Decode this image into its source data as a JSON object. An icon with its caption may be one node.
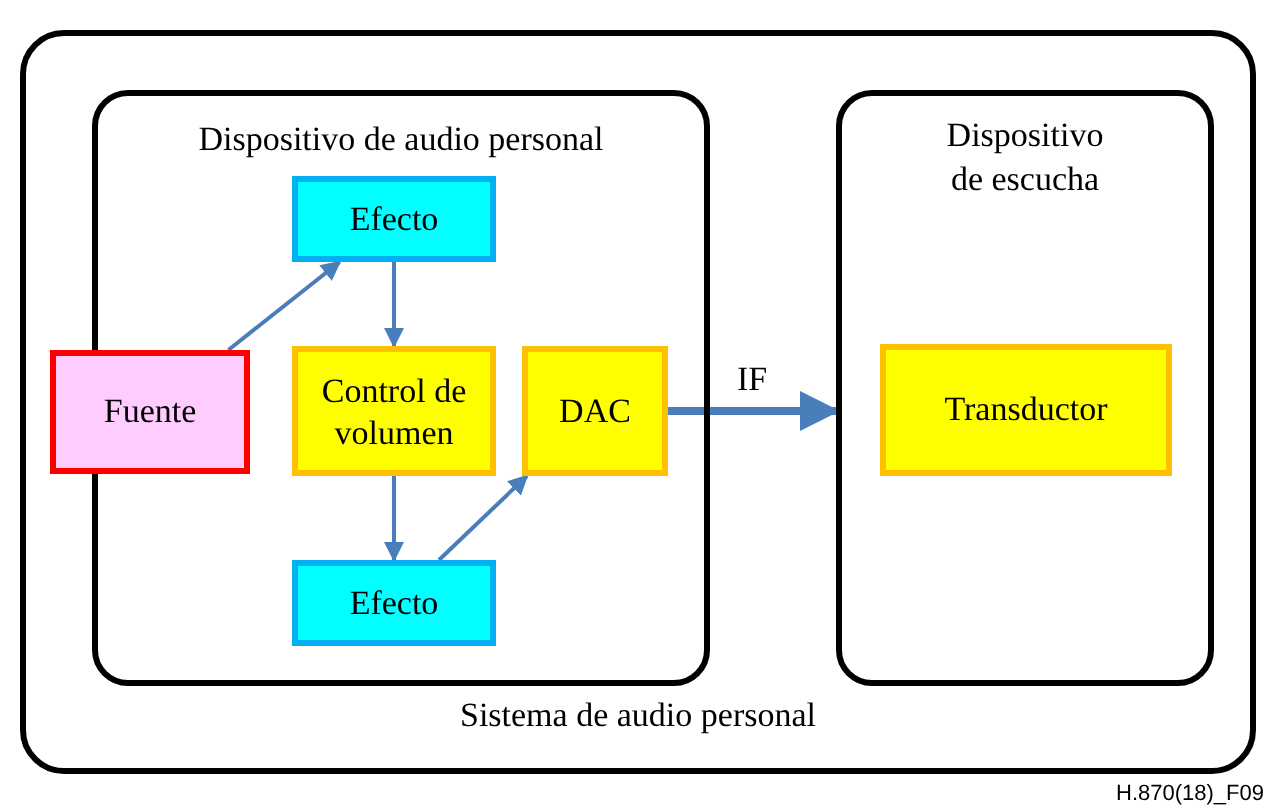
{
  "diagram": {
    "nodes": [
      {
        "text": [
          "Sistema de audio personal"
        ]
      },
      {
        "text": [
          "Dispositivo de audio personal"
        ],
        "in": 0
      },
      {
        "text": [
          "Dispositivo de escucha"
        ],
        "in": 0
      },
      {
        "text": [
          "Fuente"
        ],
        "in": 0
      },
      {
        "text": [
          "Efecto"
        ],
        "in": 1
      },
      {
        "text": [
          "Control de volumen"
        ],
        "in": 1
      },
      {
        "text": [
          "DAC"
        ],
        "in": 1
      },
      {
        "text": [
          "Efecto"
        ],
        "in": 1
      },
      {
        "text": [
          "Transductor"
        ],
        "in": 2
      }
    ],
    "edges": [
      {
        "from": 3,
        "to": 4,
        "arrow": "to"
      },
      {
        "from": 4,
        "to": 5,
        "arrow": "to"
      },
      {
        "from": 5,
        "to": 7,
        "arrow": "to"
      },
      {
        "from": 7,
        "to": 6,
        "arrow": "to"
      },
      {
        "from": 6,
        "to": 2,
        "arrow": "to",
        "label": "IF",
        "style": "thick"
      }
    ],
    "labels": [
      "H.870(18)_F09"
    ]
  }
}
